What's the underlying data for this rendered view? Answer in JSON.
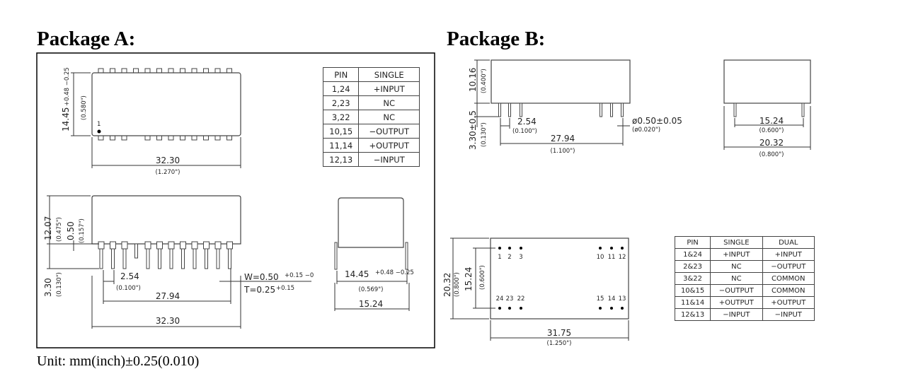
{
  "package_a": {
    "title": "Package A:",
    "top_view": {
      "pin1_label": "1",
      "height_dim": "14.45",
      "height_tol": "+0.48 −0.25",
      "height_inch": "(0.580\")",
      "length_dim": "32.30",
      "length_inch": "(1.270\")"
    },
    "side_view": {
      "height_dim": "12.07",
      "height_inch": "(0.475\")",
      "standoff_dim": "0.50",
      "standoff_inch": "(0.157\")",
      "pin_len_dim": "3.30",
      "pin_len_inch": "(0.130\")",
      "pitch_dim": "2.54",
      "pitch_inch": "(0.100\")",
      "pin_width": "W=0.50",
      "pin_width_tol": "+0.15 −0",
      "pin_thick": "T=0.25",
      "pin_thick_tol": "+0.15",
      "span_dim": "27.94",
      "length_dim": "32.30"
    },
    "end_view": {
      "width_dim": "14.45",
      "width_tol": "+0.48 −0.25",
      "width_inch": "(0.569\")",
      "row_dim": "15.24"
    },
    "pin_table": {
      "headers": [
        "PIN",
        "SINGLE"
      ],
      "rows": [
        [
          "1,24",
          "+INPUT"
        ],
        [
          "2,23",
          "NC"
        ],
        [
          "3,22",
          "NC"
        ],
        [
          "10,15",
          "−OUTPUT"
        ],
        [
          "11,14",
          "+OUTPUT"
        ],
        [
          "12,13",
          "−INPUT"
        ]
      ]
    },
    "unit_note": "Unit: mm(inch)±0.25(0.010)"
  },
  "package_b": {
    "title": "Package B:",
    "side_view": {
      "height_dim": "10.16",
      "height_inch": "(0.400\")",
      "pin_len_dim": "3.30±0.5",
      "pin_len_inch": "(0.130\")",
      "pitch_dim": "2.54",
      "pitch_inch": "(0.100\")",
      "span_dim": "27.94",
      "span_inch": "(1.100\")",
      "pin_dia": "ø0.50±0.05",
      "pin_dia_inch": "(ø0.020\")"
    },
    "end_view": {
      "row_dim": "15.24",
      "row_inch": "(0.600\")",
      "width_dim": "20.32",
      "width_inch": "(0.800\")"
    },
    "bottom_view": {
      "top_pins": [
        "1",
        "2",
        "3",
        "10",
        "11",
        "12"
      ],
      "bottom_pins": [
        "24",
        "23",
        "22",
        "15",
        "14",
        "13"
      ],
      "width_dim": "20.32",
      "width_inch": "(0.800\")",
      "row_dim": "15.24",
      "row_inch": "(0.600\")",
      "length_dim": "31.75",
      "length_inch": "(1.250\")"
    },
    "pin_table": {
      "headers": [
        "PIN",
        "SINGLE",
        "DUAL"
      ],
      "rows": [
        [
          "1&24",
          "+INPUT",
          "+INPUT"
        ],
        [
          "2&23",
          "NC",
          "−OUTPUT"
        ],
        [
          "3&22",
          "NC",
          "COMMON"
        ],
        [
          "10&15",
          "−OUTPUT",
          "COMMON"
        ],
        [
          "11&14",
          "+OUTPUT",
          "+OUTPUT"
        ],
        [
          "12&13",
          "−INPUT",
          "−INPUT"
        ]
      ]
    }
  }
}
